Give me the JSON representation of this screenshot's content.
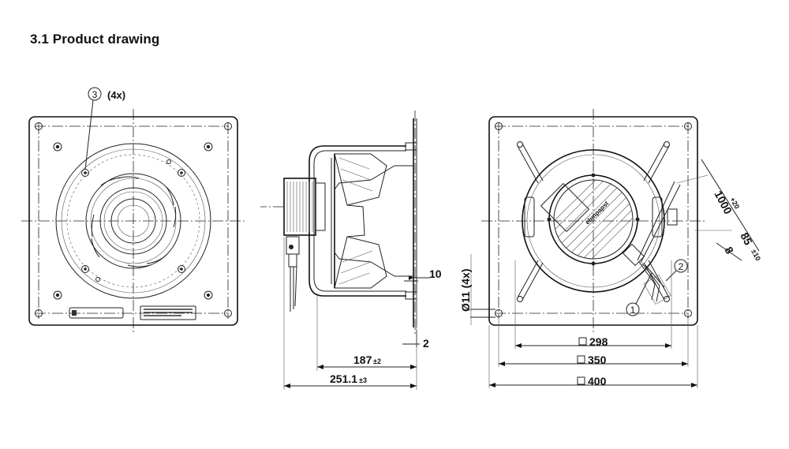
{
  "section_title": "3.1 Product drawing",
  "callouts": {
    "item3": "3",
    "item3_qty": "(4x)",
    "item1": "1",
    "item2": "2"
  },
  "dimensions": {
    "d10": "10",
    "d2": "2",
    "d187": "187",
    "d187_tol": "±2",
    "d251": "251.1",
    "d251_tol": "±3",
    "hole": "Ø11 (4x)",
    "sq298": "298",
    "sq350": "350",
    "sq400": "400",
    "cable1000": "1000",
    "cable1000_tol": "+20",
    "strip85": "85",
    "strip85_tol": "±10",
    "strip8": "8"
  },
  "label_text": "ebmpapst"
}
